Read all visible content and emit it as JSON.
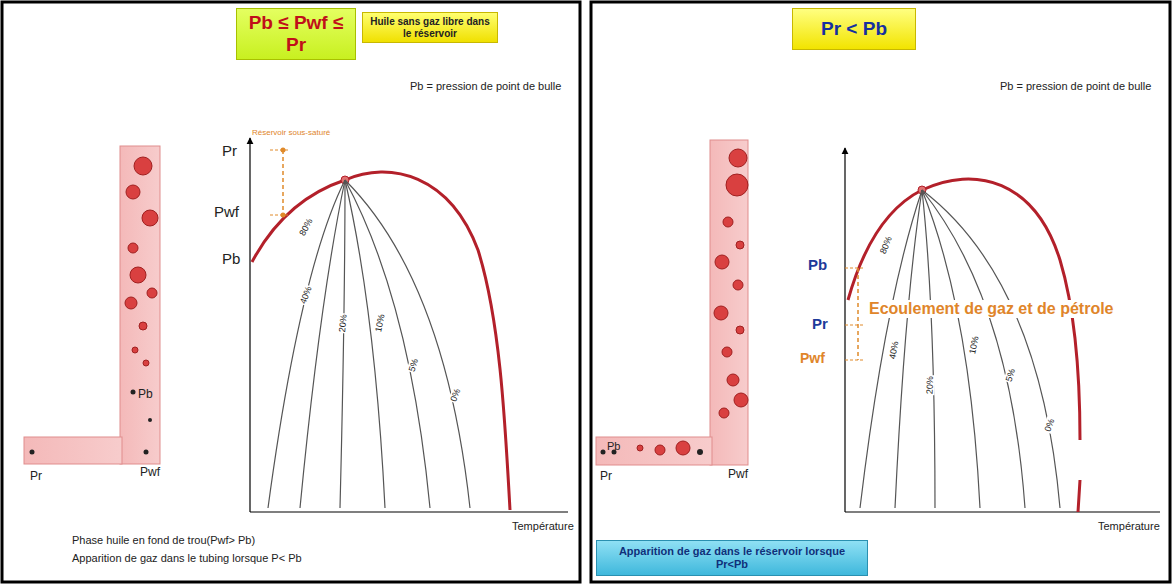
{
  "diagram": {
    "nodes": [
      {
        "text": [
          "Pb ≤ Pwf ≤ Pr"
        ]
      },
      {
        "text": [
          "Huile sans gaz libre dans le réservoir"
        ]
      },
      {
        "text": [
          "Pr < Pb"
        ]
      },
      {
        "text": [
          "Apparition de gaz dans le réservoir lorsque Pr<Pb"
        ]
      }
    ],
    "labels": [
      "Pb = pression de point de bulle",
      "Réservoir sous-saturé",
      "Pr",
      "Pwf",
      "Pb",
      "80%",
      "40%",
      "20%",
      "10%",
      "5%",
      "0%",
      "Température",
      "Pr",
      "Pb",
      "Pwf",
      "Phase huile en fond de trou(Pwf> Pb)",
      "Apparition de gaz dans le tubing lorsque P< Pb",
      "Pb = pression de point de bulle",
      "Pb",
      "Pr",
      "Pwf",
      "Ecoulement de gaz et de pétrole",
      "80%",
      "40%",
      "20%",
      "10%",
      "5%",
      "0%",
      "Température",
      "Pr",
      "Pb",
      "Pwf"
    ]
  }
}
